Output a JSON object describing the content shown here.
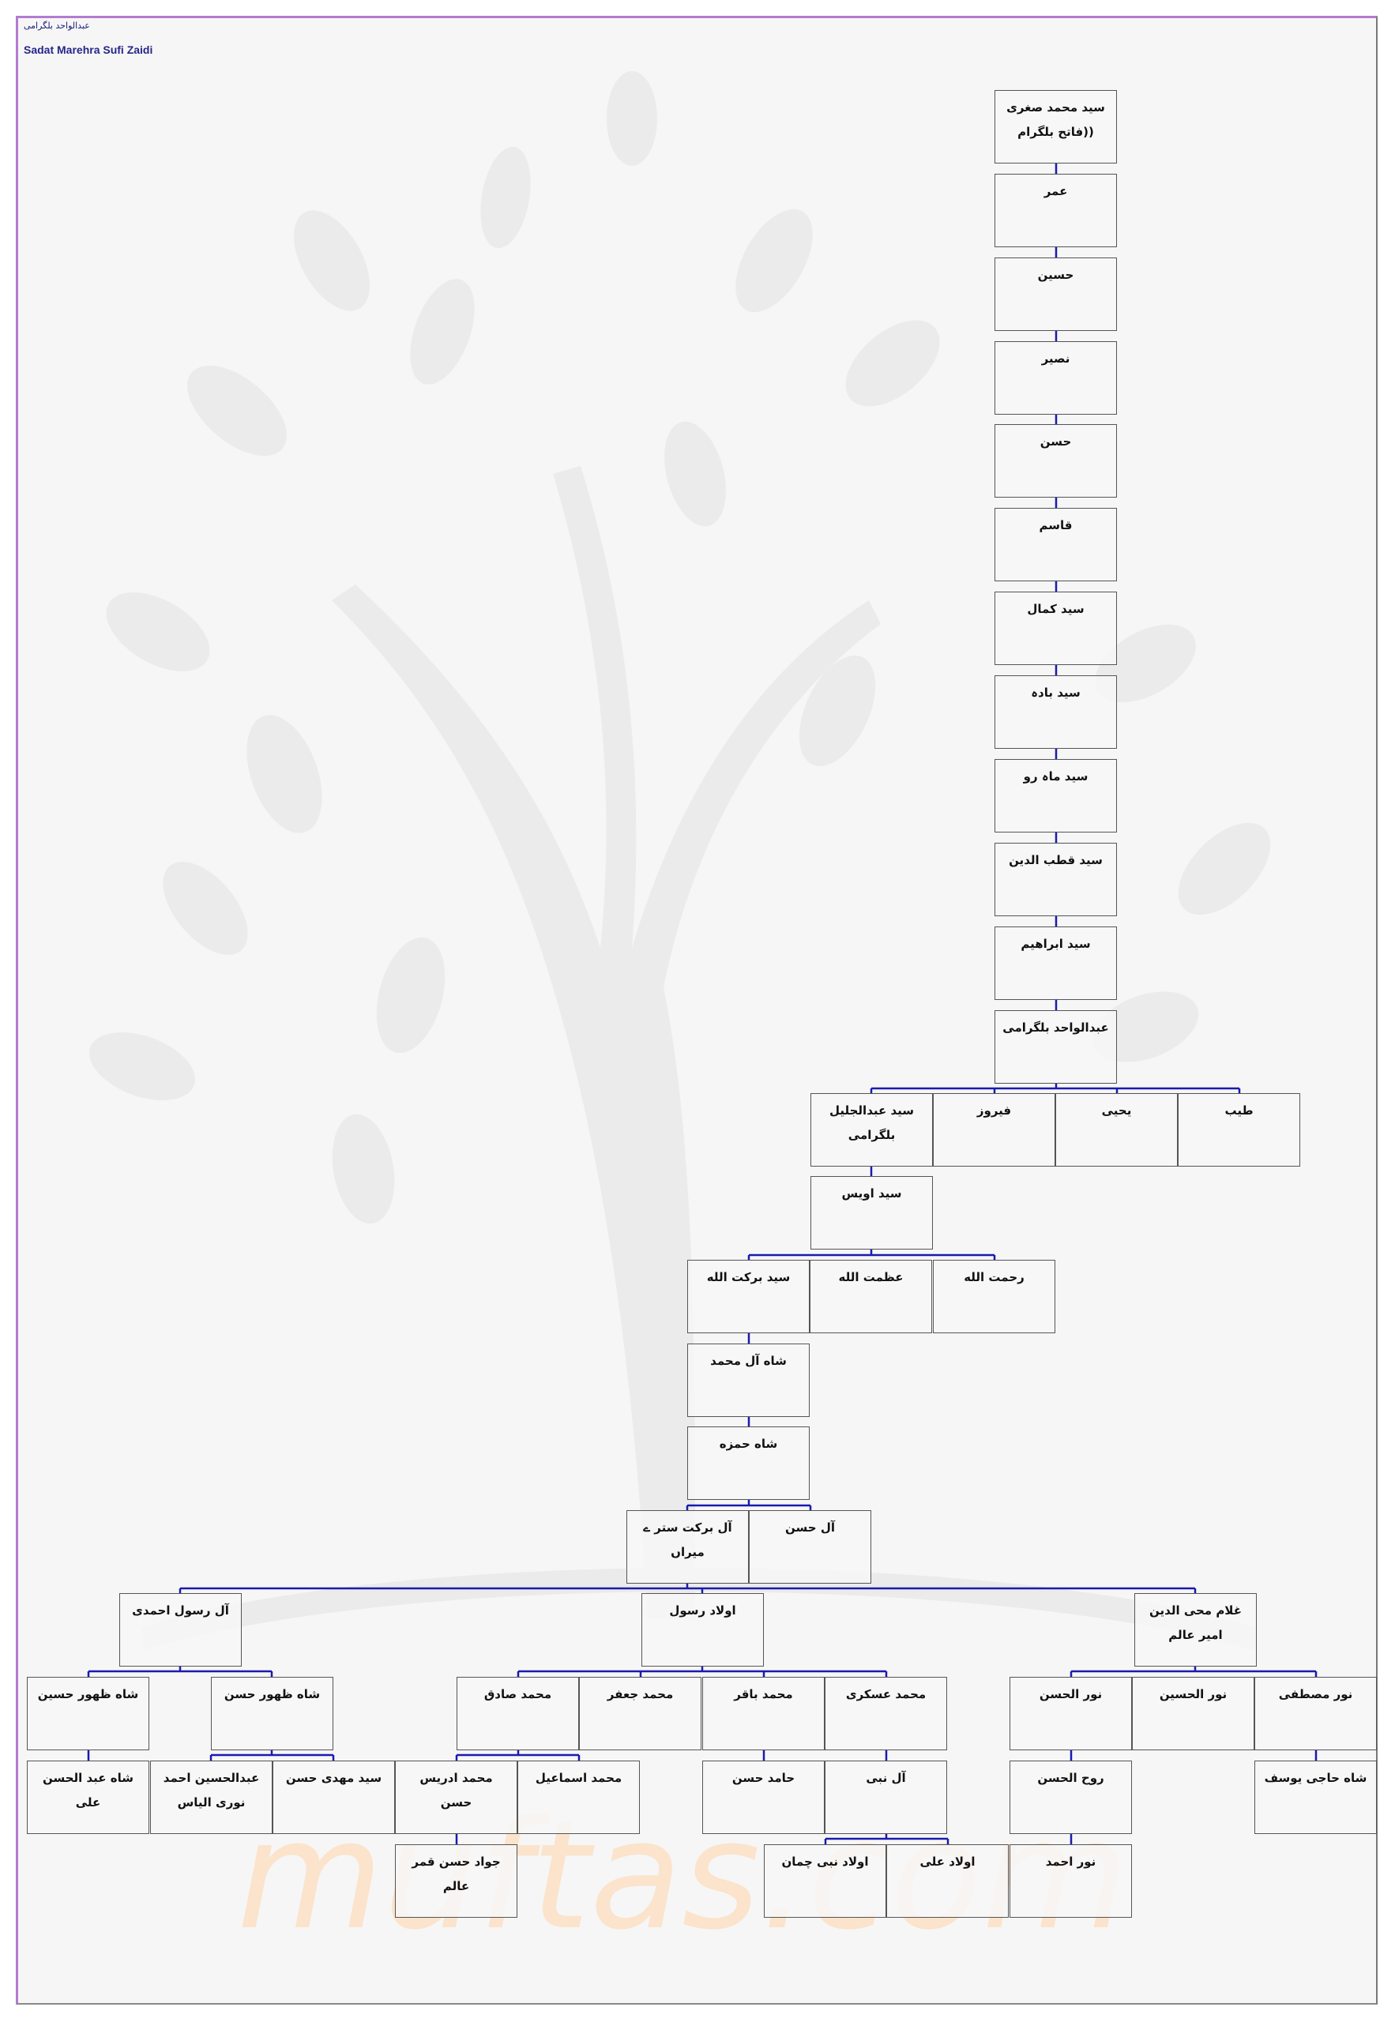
{
  "header": {
    "urdu_title": "عبدالواحد بلگرامی",
    "title": "Sadat Marehra Sufi Zaidi"
  },
  "watermark": "muftas.com",
  "colors": {
    "connector": "#1a1ab0",
    "frame_top_left": "#b57bd0",
    "title": "#26268a",
    "background": "#f6f6f6"
  },
  "nodes": {
    "n01": "سید محمد صغری ((فاتح بلگرام",
    "n02": "عمر",
    "n03": "حسین",
    "n04": "نصیر",
    "n05": "حسن",
    "n06": "قاسم",
    "n07": "سید کمال",
    "n08": "سید بادہ",
    "n09": "سید ماہ رو",
    "n10": "سید قطب الدین",
    "n11": "سید ابراهیم",
    "n12": "عبدالواحد بلگرامی",
    "n13": "سید عبدالجلیل بلگرامی",
    "n14": "فیروز",
    "n15": "یحیی",
    "n16": "طیب",
    "n17": "سید اویس",
    "n18": "سید برکت الله",
    "n19": "عظمت الله",
    "n20": "رحمت الله",
    "n21": "شاه آل محمد",
    "n22": "شاه حمزه",
    "n23": "آل برکت ستر ے میراں",
    "n24": "آل حسن",
    "n25": "آل رسول احمدی",
    "n26": "اولاد رسول",
    "n27": "غلام محی الدین امیر عالم",
    "n28": "شاه ظهور حسین",
    "n29": "شاه ظهور حسن",
    "n30": "محمد صادق",
    "n31": "محمد جعفر",
    "n32": "محمد باقر",
    "n33": "محمد عسکری",
    "n34": "نور الحسن",
    "n35": "نور الحسین",
    "n36": "نور مصطفی",
    "n37": "شاه عبد الحسن علی",
    "n38": "عبدالحسین احمد نوری الیاس",
    "n39": "سید مهدی حسن",
    "n40": "محمد ادریس حسن",
    "n41": "محمد اسماعیل",
    "n42": "حامد حسن",
    "n43": "آل نبی",
    "n44": "روح الحسن",
    "n45": "شاه حاجی یوسف",
    "n46": "جواد حسن قمر عالم",
    "n47": "اولاد نبی چمان",
    "n48": "اولاد علی",
    "n49": "نور احمد"
  }
}
